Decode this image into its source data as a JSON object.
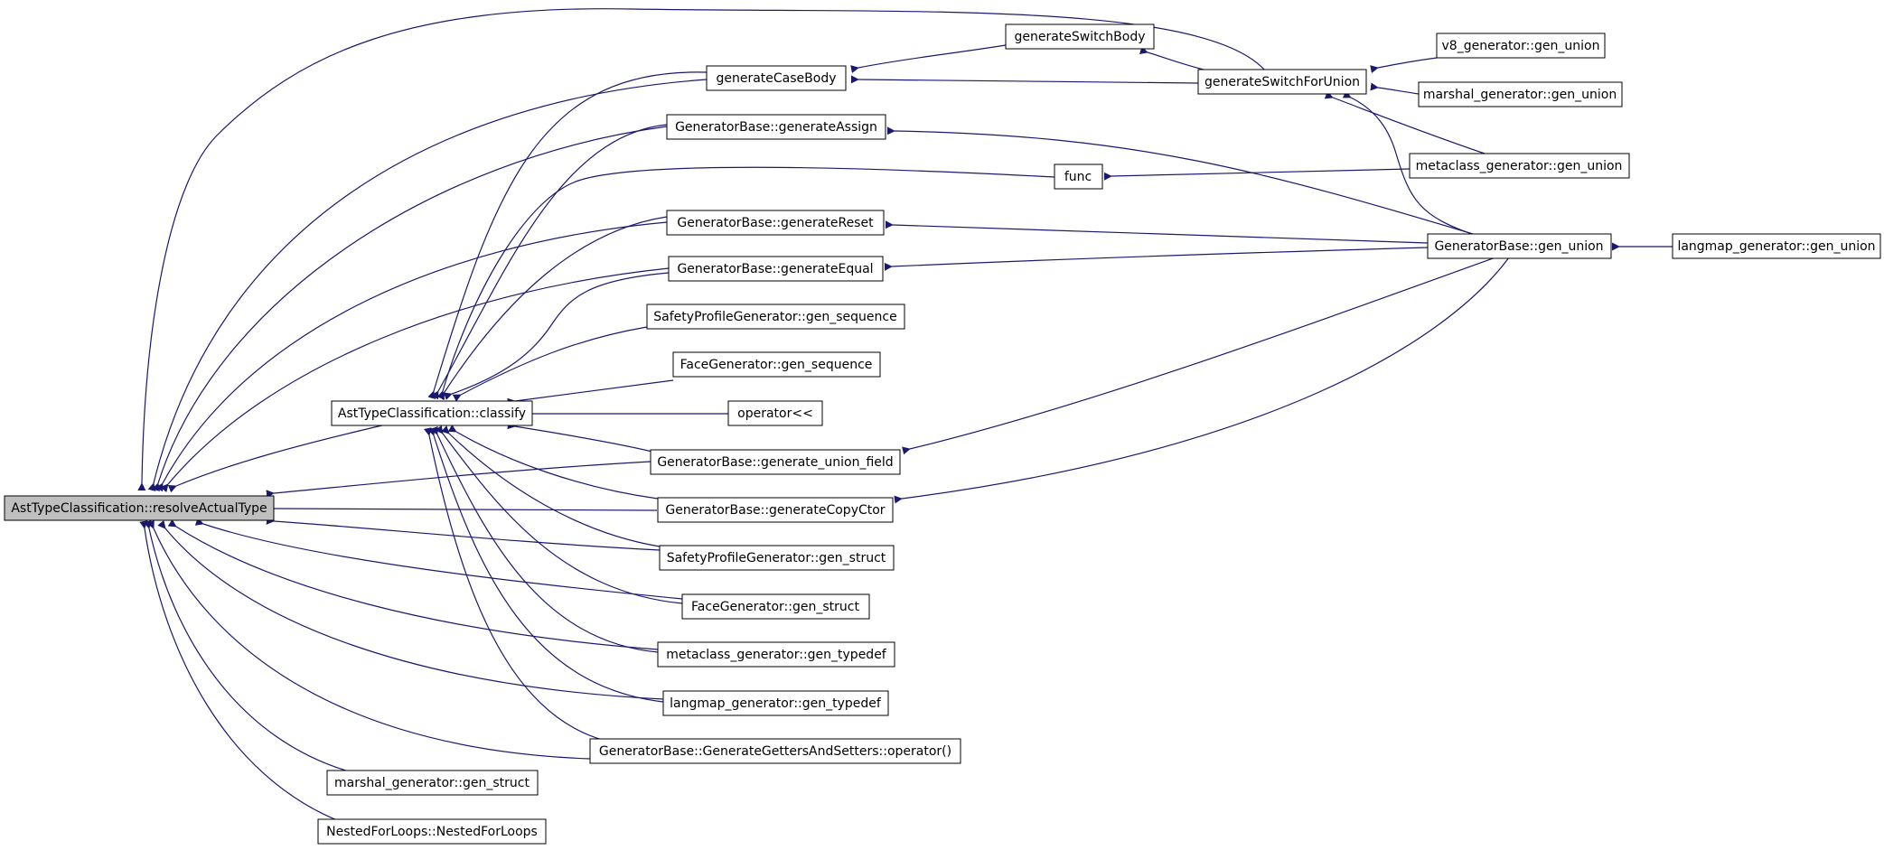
{
  "colors": {
    "edge": "#191970",
    "node_border": "#000000",
    "node_fill": "#ffffff",
    "focus_fill": "#bfbfbf"
  },
  "nodes": {
    "resolve": {
      "label": "AstTypeClassification::resolveActualType",
      "focus": true
    },
    "classify": {
      "label": "AstTypeClassification::classify"
    },
    "generateCaseBody": {
      "label": "generateCaseBody"
    },
    "generateAssign": {
      "label": "GeneratorBase::generateAssign"
    },
    "func": {
      "label": "func"
    },
    "generateReset": {
      "label": "GeneratorBase::generateReset"
    },
    "generateEqual": {
      "label": "GeneratorBase::generateEqual"
    },
    "safetyGenSeq": {
      "label": "SafetyProfileGenerator::gen_sequence"
    },
    "faceGenSeq": {
      "label": "FaceGenerator::gen_sequence"
    },
    "operatorLL": {
      "label": "operator<<"
    },
    "genUnionField": {
      "label": "GeneratorBase::generate_union_field"
    },
    "genCopyCtor": {
      "label": "GeneratorBase::generateCopyCtor"
    },
    "safetyGenStruct": {
      "label": "SafetyProfileGenerator::gen_struct"
    },
    "faceGenStruct": {
      "label": "FaceGenerator::gen_struct"
    },
    "metaGenTypedef": {
      "label": "metaclass_generator::gen_typedef"
    },
    "langGenTypedef": {
      "label": "langmap_generator::gen_typedef"
    },
    "getSetOp": {
      "label": "GeneratorBase::GenerateGettersAndSetters::operator()"
    },
    "marshalGenStruct": {
      "label": "marshal_generator::gen_struct"
    },
    "nestedFor": {
      "label": "NestedForLoops::NestedForLoops"
    },
    "genSwitchBody": {
      "label": "generateSwitchBody"
    },
    "genSwitchForUnion": {
      "label": "generateSwitchForUnion"
    },
    "v8GenUnion": {
      "label": "v8_generator::gen_union"
    },
    "marshalGenUnion": {
      "label": "marshal_generator::gen_union"
    },
    "metaGenUnion": {
      "label": "metaclass_generator::gen_union"
    },
    "baseGenUnion": {
      "label": "GeneratorBase::gen_union"
    },
    "langGenUnion": {
      "label": "langmap_generator::gen_union"
    }
  }
}
